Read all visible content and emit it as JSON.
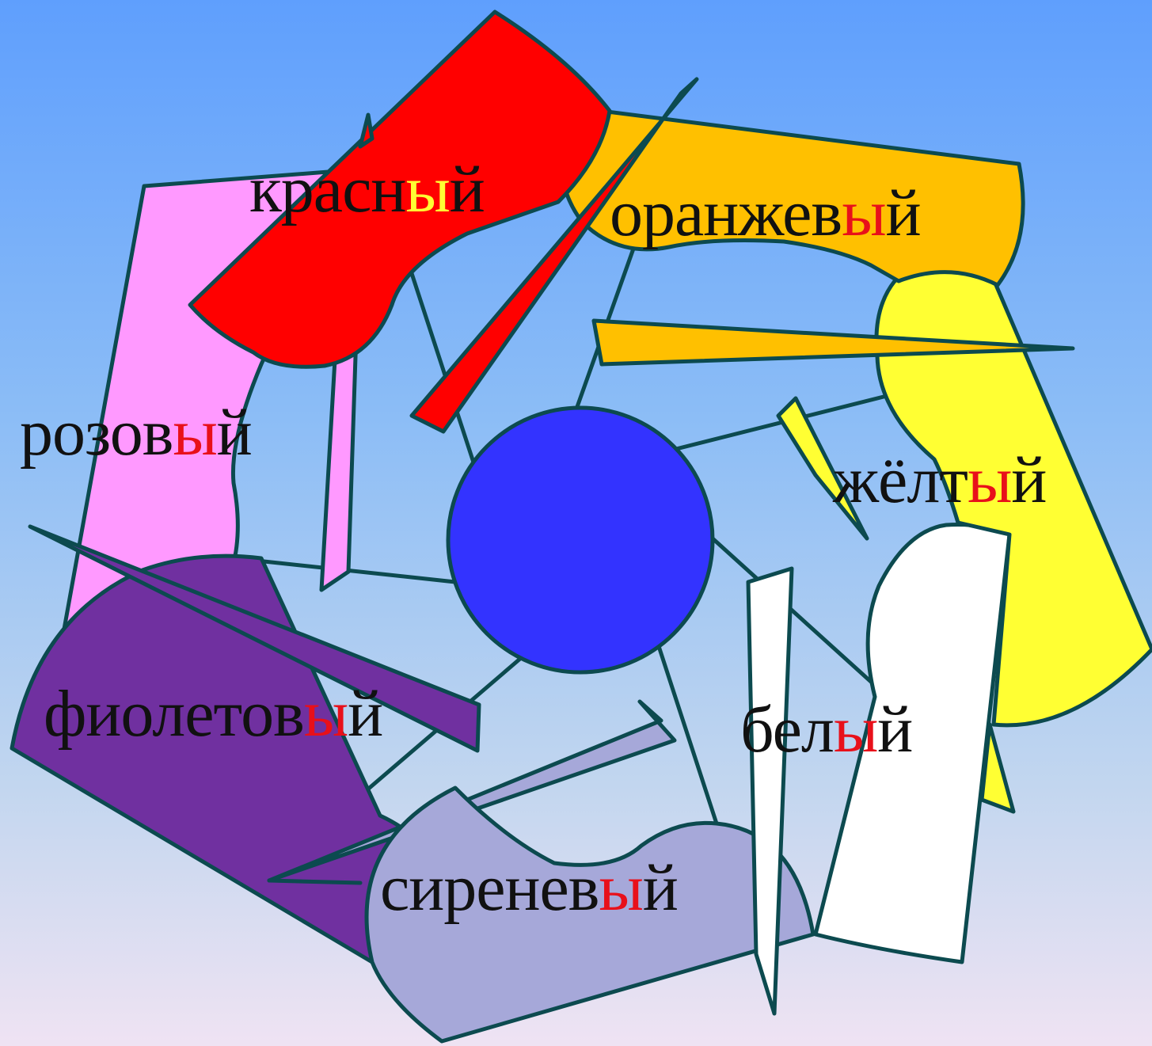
{
  "colors": {
    "background_top": "#5f9ffd",
    "background_bottom": "#efe3f3",
    "outline": "#0c4a4f",
    "center_circle": "#3333ff",
    "red": "#ff0000",
    "orange": "#ffc000",
    "yellow": "#ffff33",
    "white": "#ffffff",
    "lilac": "#a6a8d9",
    "purple": "#7030a0",
    "pink": "#ff99ff",
    "highlight": "#e8101a",
    "highlight_on_red": "#ffff33"
  },
  "words": [
    {
      "id": "krasnyj",
      "stem": "красн",
      "ending": "ы",
      "tail": "й"
    },
    {
      "id": "oranzhevyj",
      "stem": "оранжев",
      "ending": "ы",
      "tail": "й"
    },
    {
      "id": "rozovyj",
      "stem": "розов",
      "ending": "ы",
      "tail": "й"
    },
    {
      "id": "zheltyj",
      "stem": "жёлт",
      "ending": "ы",
      "tail": "й"
    },
    {
      "id": "fioletovyj",
      "stem": "фиолетов",
      "ending": "ы",
      "tail": "й"
    },
    {
      "id": "belyj",
      "stem": "бел",
      "ending": "ы",
      "tail": "й"
    },
    {
      "id": "sirenevyj",
      "stem": "сиренев",
      "ending": "ы",
      "tail": "й"
    }
  ]
}
